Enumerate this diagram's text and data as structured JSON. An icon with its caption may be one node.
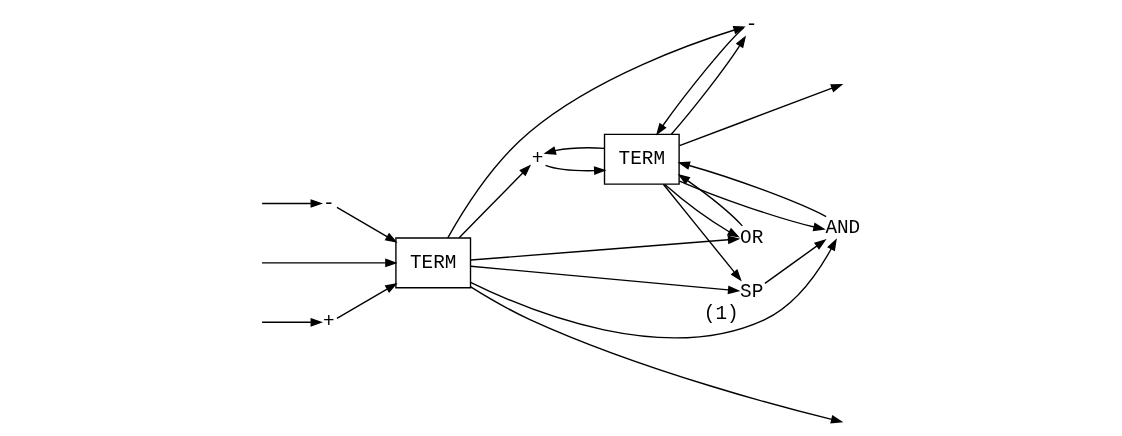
{
  "diagram": {
    "nodes": [
      {
        "text": [
          "+"
        ]
      },
      {
        "text": [
          "-"
        ]
      },
      {
        "text": [
          "TERM"
        ]
      },
      {
        "text": [
          "TERM"
        ]
      },
      {
        "text": [
          "+"
        ]
      },
      {
        "text": [
          "-"
        ]
      },
      {
        "text": [
          "AND"
        ]
      },
      {
        "text": [
          "OR"
        ]
      },
      {
        "text": [
          "SP"
        ],
        "beside": [
          "(1)"
        ]
      }
    ],
    "edges": [
      {
        "from": null,
        "to": 0,
        "arrow": "to"
      },
      {
        "from": null,
        "to": 1,
        "arrow": "to"
      },
      {
        "from": 2,
        "to": null,
        "arrow": "to"
      },
      {
        "from": 0,
        "to": 2,
        "arrow": "to"
      },
      {
        "from": 1,
        "to": 2,
        "arrow": "to"
      },
      {
        "from": 2,
        "to": 4,
        "arrow": "to"
      },
      {
        "from": 2,
        "to": 5,
        "arrow": "to"
      },
      {
        "from": 2,
        "to": 6,
        "arrow": "to"
      },
      {
        "from": 2,
        "to": 8,
        "arrow": "to"
      },
      {
        "from": 8,
        "to": 6,
        "arrow": "to"
      },
      {
        "from": 2,
        "to": 7,
        "arrow": "to"
      },
      {
        "from": 4,
        "to": 3,
        "arrow": "to"
      },
      {
        "from": 5,
        "to": 3,
        "arrow": "to"
      },
      {
        "from": 6,
        "to": 3,
        "arrow": "to"
      },
      {
        "from": 7,
        "to": 3,
        "arrow": "to"
      },
      {
        "from": 3,
        "to": 4,
        "arrow": "to"
      },
      {
        "from": 3,
        "to": 5,
        "arrow": "to"
      },
      {
        "from": 3,
        "to": 6,
        "arrow": "to"
      },
      {
        "from": 3,
        "to": 8,
        "arrow": "to"
      },
      {
        "from": 3,
        "to": 7,
        "arrow": "to"
      },
      {
        "from": null,
        "to": 2,
        "arrow": "to"
      },
      {
        "from": 3,
        "to": null,
        "arrow": "to"
      }
    ]
  }
}
